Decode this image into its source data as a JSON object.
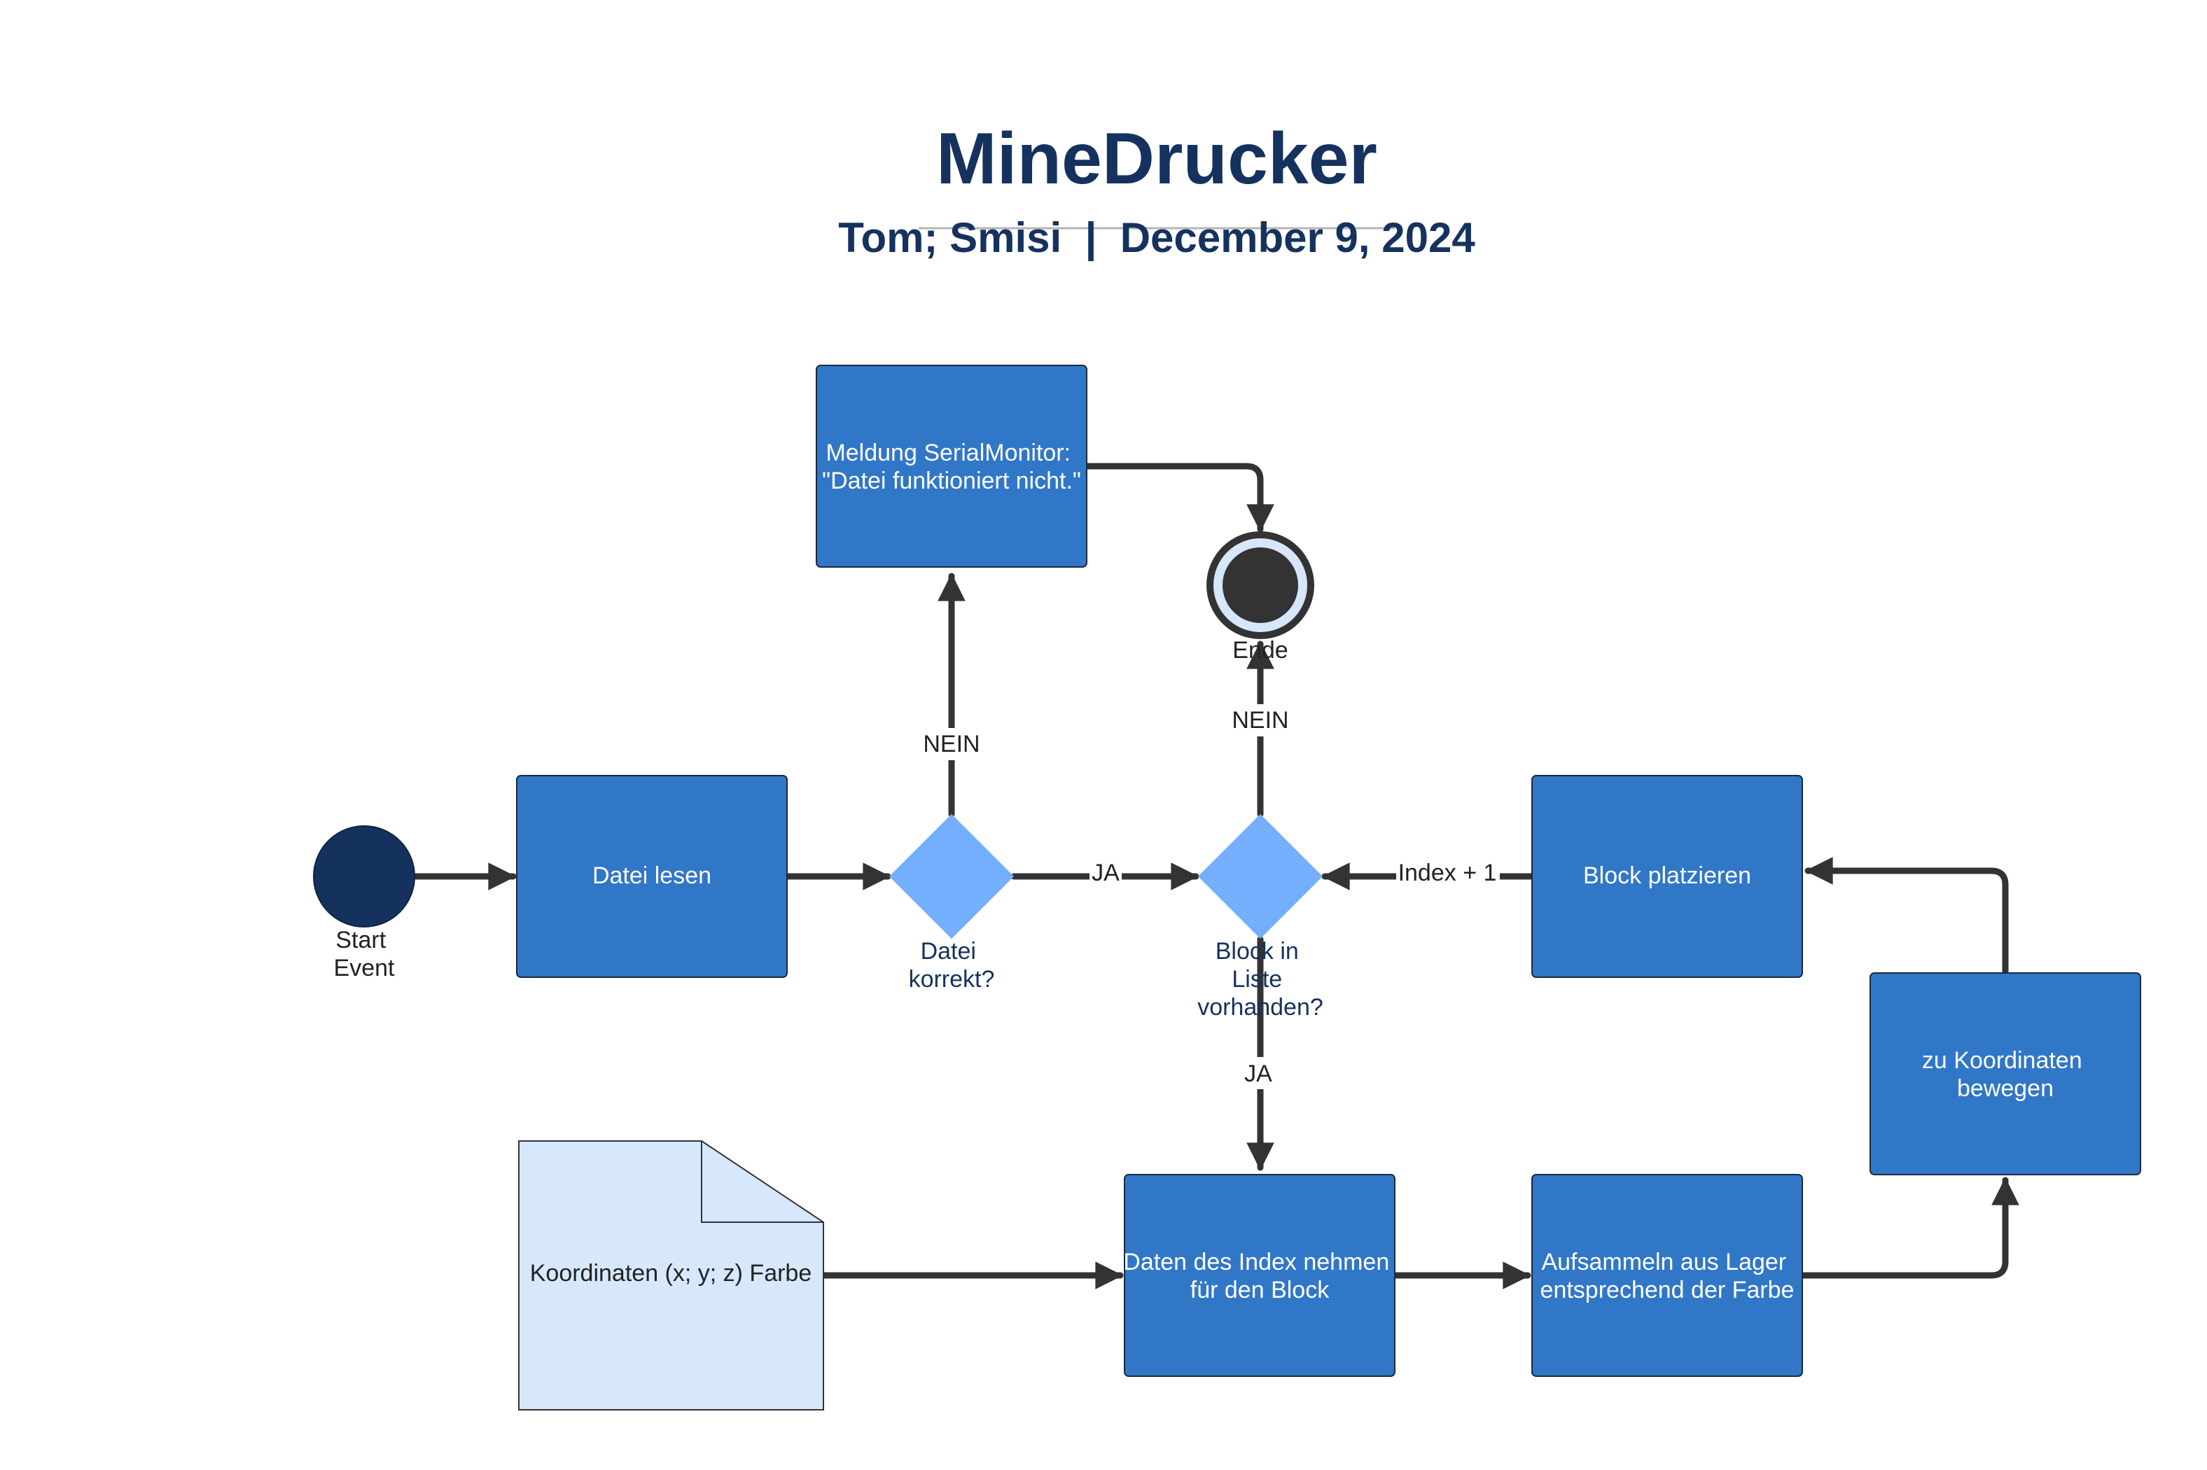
{
  "header": {
    "title": "MineDrucker",
    "subtitle": "Tom; Smisi  |  December 9, 2024"
  },
  "nodes": {
    "start": [
      "Start",
      "Event"
    ],
    "datei_lesen": [
      "Datei lesen"
    ],
    "datei_korrekt": [
      "Datei",
      "korrekt?"
    ],
    "meldung": [
      "Meldung SerialMonitor:",
      "\"Datei funktioniert nicht.\""
    ],
    "ende": [
      "Ende"
    ],
    "block_in_liste": [
      "Block in",
      "Liste",
      "vorhanden?"
    ],
    "block_platzieren": [
      "Block platzieren"
    ],
    "koordinaten_dokument": [
      "Koordinaten (x; y; z) Farbe"
    ],
    "daten_index": [
      "Daten des Index nehmen",
      "für den Block"
    ],
    "aufsammeln": [
      "Aufsammeln aus Lager",
      "entsprechend der Farbe"
    ],
    "zu_koordinaten": [
      "zu Koordinaten",
      "bewegen"
    ]
  },
  "edge_labels": {
    "nein_1": "NEIN",
    "ja_1": "JA",
    "nein_2": "NEIN",
    "ja_2": "JA",
    "index_plus": "Index + 1"
  },
  "colors": {
    "process": "#3177c8",
    "decision": "#74aefc",
    "document": "#d7e8fc",
    "start": "#15325f",
    "end_fill": "#333333",
    "end_ring": "#d6e6fb",
    "title": "#15325f"
  }
}
